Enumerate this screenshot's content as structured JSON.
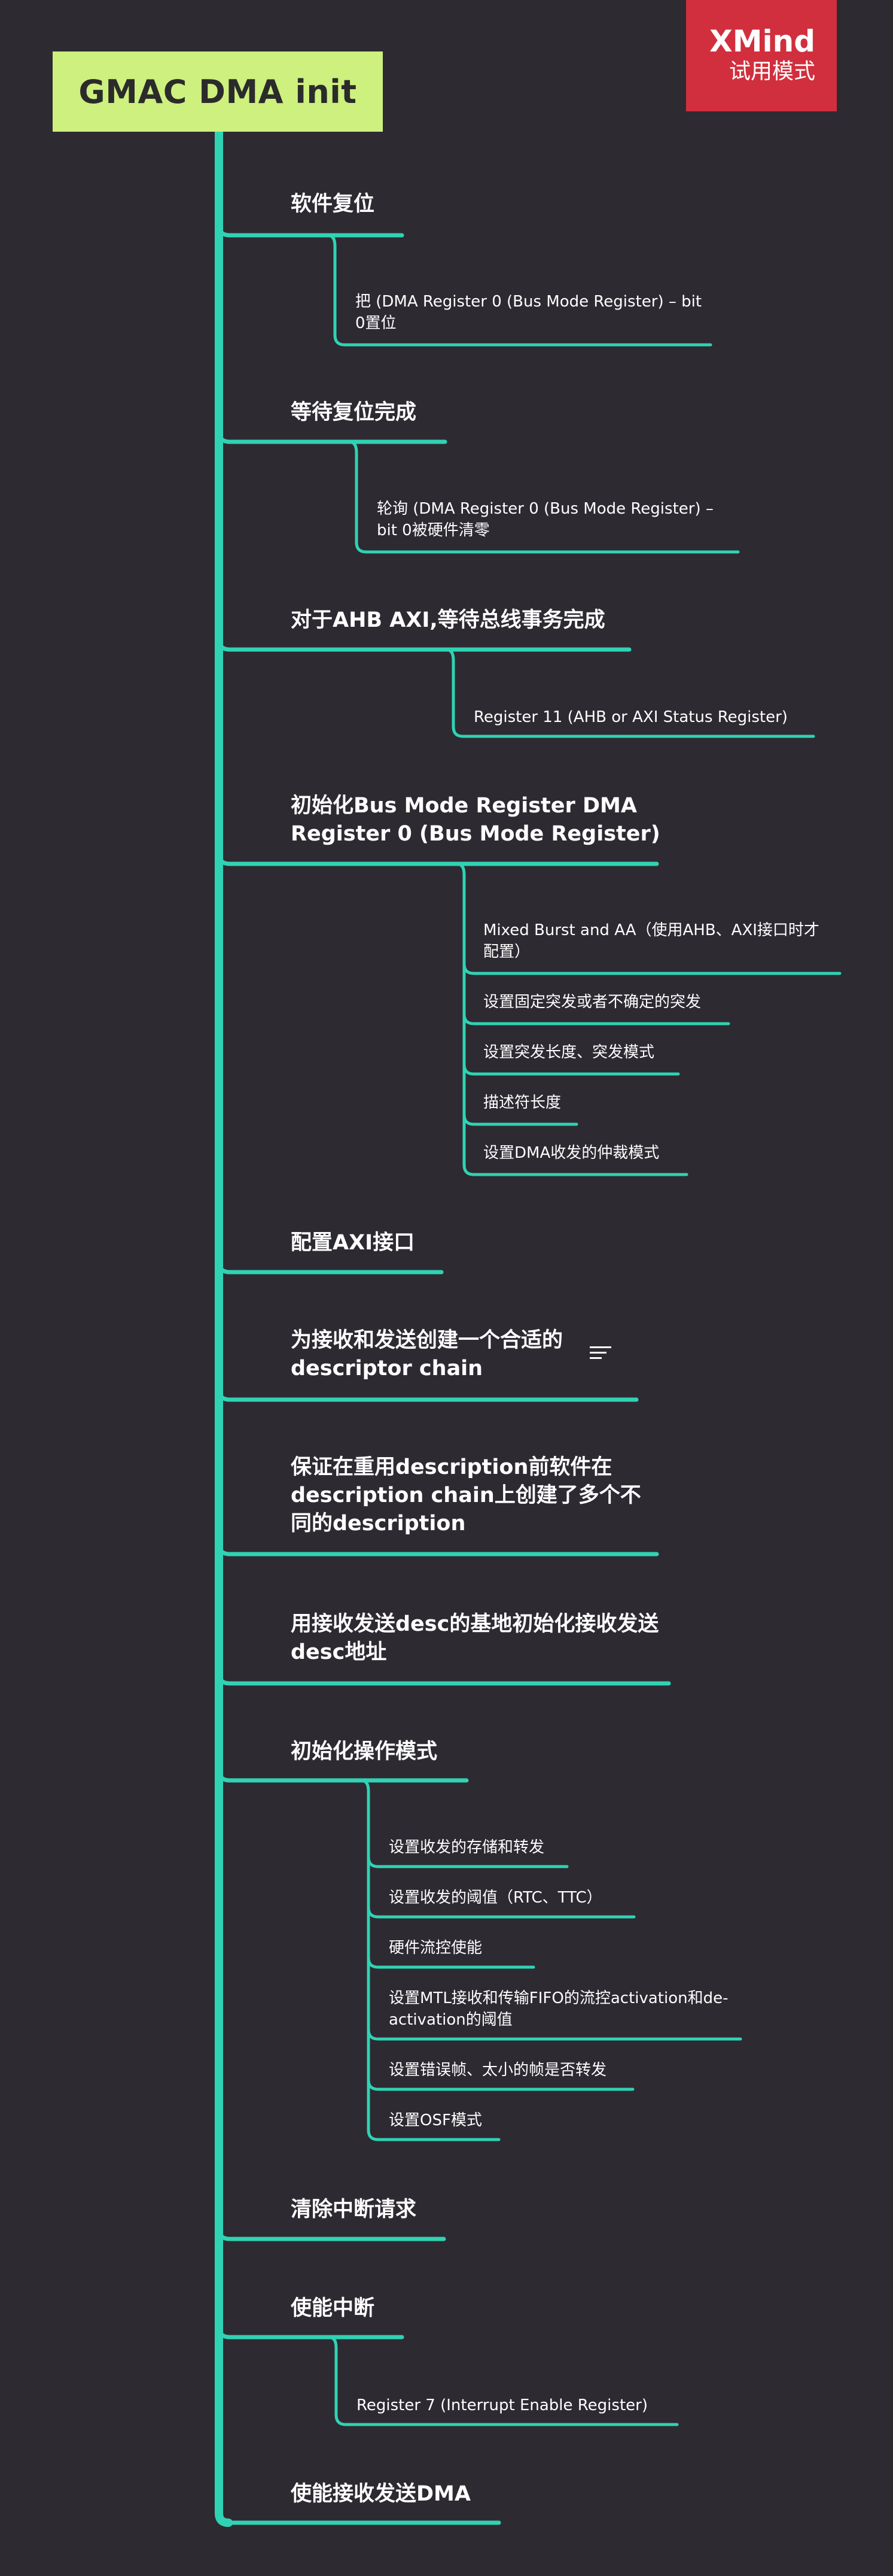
{
  "colors": {
    "background": "#2e2a32",
    "root": "#cdf07e",
    "branch": "#2fd3b3",
    "badge": "#d12f3d"
  },
  "root": {
    "title": "GMAC DMA init"
  },
  "badge": {
    "brand": "XMind",
    "mode": "试用模式"
  },
  "topics": [
    {
      "label": "软件复位",
      "children": [
        "把 (DMA Register 0 (Bus Mode Register) – bit 0置位"
      ]
    },
    {
      "label": "等待复位完成",
      "children": [
        "轮询 (DMA Register 0 (Bus Mode Register) – bit 0被硬件清零"
      ]
    },
    {
      "label": "对于AHB AXI,等待总线事务完成",
      "children": [
        "Register 11 (AHB or AXI Status Register)"
      ]
    },
    {
      "label": "初始化Bus Mode Register   DMA Register 0 (Bus Mode Register)",
      "children": [
        "   Mixed Burst and AA（使用AHB、AXI接口时才配置）",
        "设置固定突发或者不确定的突发",
        "设置突发长度、突发模式",
        "描述符长度",
        "设置DMA收发的仲裁模式"
      ]
    },
    {
      "label": "配置AXI接口",
      "children": []
    },
    {
      "label": "为接收和发送创建一个合适的descriptor chain",
      "children": [],
      "icon": "notes-icon"
    },
    {
      "label": "保证在重用description前软件在description chain上创建了多个不同的description",
      "children": []
    },
    {
      "label": "用接收发送desc的基地初始化接收发送desc地址",
      "children": []
    },
    {
      "label": "初始化操作模式",
      "children": [
        "设置收发的存储和转发",
        "设置收发的阈值（RTC、TTC）",
        "硬件流控使能",
        "设置MTL接收和传输FIFO的流控activation和de-activation的阈值",
        "设置错误帧、太小的帧是否转发",
        "设置OSF模式"
      ]
    },
    {
      "label": "清除中断请求",
      "children": []
    },
    {
      "label": "使能中断",
      "children": [
        "Register 7 (Interrupt Enable Register)"
      ]
    },
    {
      "label": "使能接收发送DMA",
      "children": []
    }
  ]
}
